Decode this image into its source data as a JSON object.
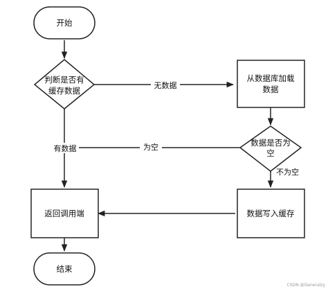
{
  "nodes": {
    "start": "开始",
    "check_cache_line1": "判断是否有",
    "check_cache_line2": "缓存数据",
    "load_db_line1": "从数据库加载",
    "load_db_line2": "数据",
    "check_empty_line1": "数据是否为",
    "check_empty_line2": "空",
    "return_caller": "返回调用端",
    "write_cache": "数据写入缓存",
    "end": "结束"
  },
  "edges": {
    "no_data": "无数据",
    "has_data": "有数据",
    "is_empty": "为空",
    "not_empty": "不为空"
  },
  "watermark": "CSDN @Generalzy"
}
